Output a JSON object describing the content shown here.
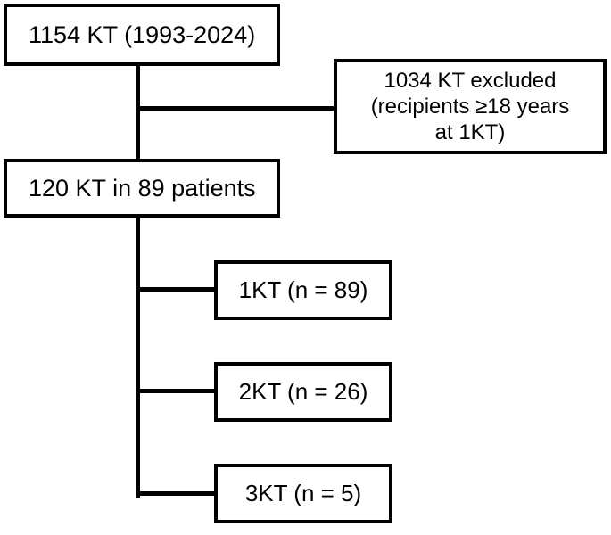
{
  "figure": {
    "type": "flowchart",
    "orientation": "top-down",
    "background_color": "#ffffff",
    "line_color": "#000000",
    "text_color": "#000000"
  },
  "nodes": {
    "total": {
      "id": "total",
      "label": "1154 KT (1993-2024)",
      "count": 1154,
      "period": "1993-2024"
    },
    "excluded": {
      "id": "excluded",
      "label": "1034 KT excluded\n(recipients ≥18 years\nat 1KT)",
      "line1": "1034 KT excluded",
      "line2": "(recipients ≥18 years",
      "line3": "at 1KT)",
      "count": 1034
    },
    "included": {
      "id": "included",
      "label": "120 KT in 89 patients",
      "transplants": 120,
      "patients": 89
    },
    "kt1": {
      "id": "kt1",
      "label": "1KT (n = 89)",
      "group": "1KT",
      "n": 89
    },
    "kt2": {
      "id": "kt2",
      "label": "2KT (n = 26)",
      "group": "2KT",
      "n": 26
    },
    "kt3": {
      "id": "kt3",
      "label": "3KT (n = 5)",
      "group": "3KT",
      "n": 5
    }
  },
  "edges": [
    {
      "from": "total",
      "to": "excluded",
      "style": "elbow-right"
    },
    {
      "from": "total",
      "to": "included",
      "style": "straight-down"
    },
    {
      "from": "included",
      "to": "kt1",
      "style": "elbow-right"
    },
    {
      "from": "included",
      "to": "kt2",
      "style": "elbow-right"
    },
    {
      "from": "included",
      "to": "kt3",
      "style": "elbow-right"
    }
  ]
}
